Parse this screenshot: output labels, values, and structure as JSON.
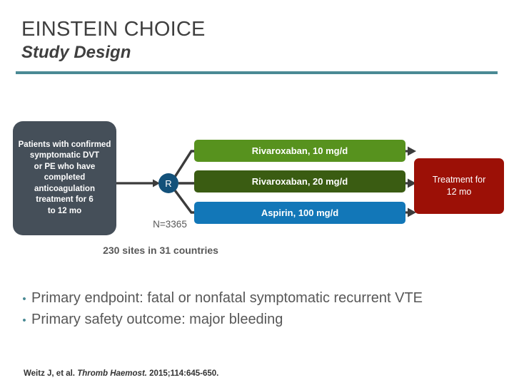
{
  "header": {
    "title": "EINSTEIN CHOICE",
    "subtitle": "Study Design",
    "rule_color": "#4a8a94"
  },
  "diagram": {
    "patient_box": {
      "text": "Patients with confirmed\nsymptomatic DVT\nor PE who have\ncompleted\nanticoagulation\ntreatment for     6\nto 12 mo",
      "color": "#454f59"
    },
    "randomization": {
      "label": "R",
      "n_label": "N=3365",
      "color": "#13517a"
    },
    "sites_label": "230 sites in 31 countries",
    "arms": [
      {
        "label": "Rivaroxaban, 10 mg/d",
        "color": "#57921e"
      },
      {
        "label": "Rivaroxaban, 20 mg/d",
        "color": "#3a5c12"
      },
      {
        "label": "Aspirin, 100 mg/d",
        "color": "#1277b8"
      }
    ],
    "treatment_box": {
      "text": "Treatment for\n12 mo",
      "color": "#9c1006"
    }
  },
  "bullets": {
    "marker": "•",
    "items": [
      "Primary endpoint: fatal or nonfatal symptomatic recurrent VTE",
      "Primary safety outcome: major bleeding"
    ]
  },
  "citation": {
    "authors": "Weitz J, et al. ",
    "journal": "Thromb Haemost.",
    "details": " 2015;114:645-650."
  }
}
